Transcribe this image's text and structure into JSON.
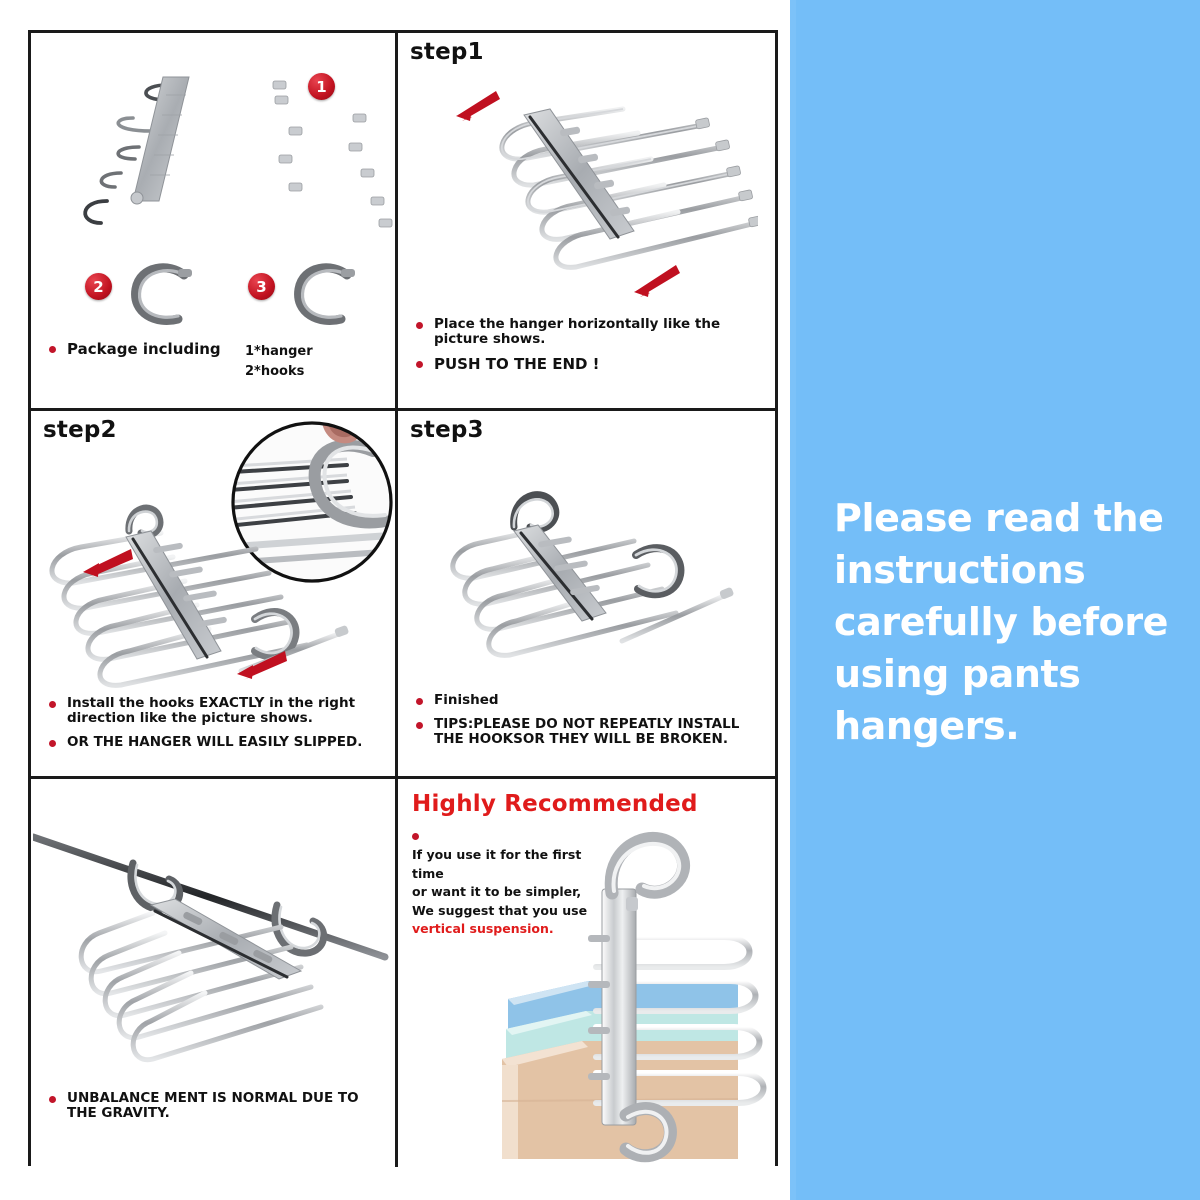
{
  "colors": {
    "panel_blue": "#74bef8",
    "accent_red": "#c2152a",
    "title_red": "#e01b1b",
    "border": "#1a1a1a",
    "metal": "#b9bcc0"
  },
  "side_panel": {
    "name": "instruction-notice",
    "text": "Please read the instructions carefully before using pants hangers."
  },
  "panels": [
    {
      "id": "package",
      "title": "",
      "badges": [
        "1",
        "2",
        "3"
      ],
      "bullets": [
        "Package including"
      ],
      "extra_text": "1*hanger\n2*hooks",
      "extra_line1": "1*hanger",
      "extra_line2": "2*hooks"
    },
    {
      "id": "step1",
      "title": "step1",
      "bullets": [
        "Place the hanger horizontally like the picture shows.",
        "PUSH TO THE END !"
      ]
    },
    {
      "id": "step2",
      "title": "step2",
      "bullets": [
        "Install the hooks EXACTLY in the right direction like the picture shows.",
        "OR THE HANGER WILL EASILY SLIPPED."
      ]
    },
    {
      "id": "step3",
      "title": "step3",
      "bullets": [
        "Finished",
        "TIPS:PLEASE DO NOT REPEATLY INSTALL THE HOOKSOR THEY WILL BE BROKEN."
      ]
    },
    {
      "id": "gravity",
      "title": "",
      "bullets": [
        "UNBALANCE MENT IS NORMAL DUE TO THE GRAVITY."
      ]
    },
    {
      "id": "recommended",
      "title": "Highly Recommended",
      "body_line1": "If you use it for the first time",
      "body_line2": "or want it to be simpler,",
      "body_line3": "We suggest that you use",
      "body_line4": "vertical suspension."
    }
  ]
}
